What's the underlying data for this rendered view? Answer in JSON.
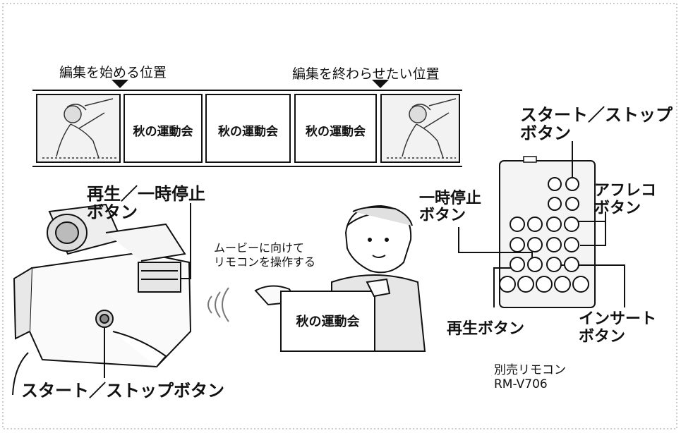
{
  "film_strip": {
    "start_position_label": "編集を始める位置",
    "end_position_label": "編集を終わらせたい位置",
    "frame_title": "秋の運動会"
  },
  "camcorder": {
    "play_pause_label": [
      "再生／一時停止",
      "ボタン"
    ],
    "start_stop_label": "スタート／ストップボタン"
  },
  "instruction": [
    "ムービーに向けて",
    "リモコンを操作する"
  ],
  "sign_text": "秋の運動会",
  "remote": {
    "start_stop_label": [
      "スタート／ストップ",
      "ボタン"
    ],
    "pause_label": [
      "一時停止",
      "ボタン"
    ],
    "dub_label": [
      "アフレコ",
      "ボタン"
    ],
    "play_label": "再生ボタン",
    "insert_label": [
      "インサート",
      "ボタン"
    ],
    "caption": [
      "別売リモコン",
      "RM-V706"
    ]
  }
}
